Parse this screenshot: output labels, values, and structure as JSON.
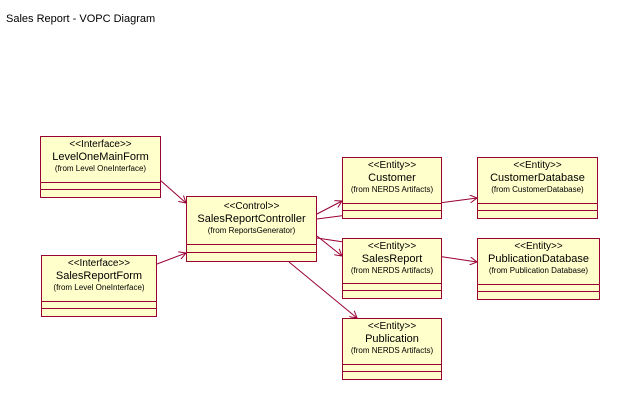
{
  "diagram": {
    "title": "Sales Report - VOPC Diagram",
    "line_color": "#990033",
    "fill_color": "#ffffcc"
  },
  "classes": {
    "level_one_main_form": {
      "stereotype": "<<Interface>>",
      "name": "LevelOneMainForm",
      "from": "(from Level OneInterface)"
    },
    "sales_report_form": {
      "stereotype": "<<Interface>>",
      "name": "SalesReportForm",
      "from": "(from Level OneInterface)"
    },
    "sales_report_controller": {
      "stereotype": "<<Control>>",
      "name": "SalesReportController",
      "from": "(from ReportsGenerator)"
    },
    "customer": {
      "stereotype": "<<Entity>>",
      "name": "Customer",
      "from": "(from NERDS Artifacts)"
    },
    "sales_report": {
      "stereotype": "<<Entity>>",
      "name": "SalesReport",
      "from": "(from NERDS Artifacts)"
    },
    "publication": {
      "stereotype": "<<Entity>>",
      "name": "Publication",
      "from": "(from NERDS Artifacts)"
    },
    "customer_database": {
      "stereotype": "<<Entity>>",
      "name": "CustomerDatabase",
      "from": "(from CustomerDatabase)"
    },
    "publication_database": {
      "stereotype": "<<Entity>>",
      "name": "PublicationDatabase",
      "from": "(from Publication Database)"
    }
  }
}
